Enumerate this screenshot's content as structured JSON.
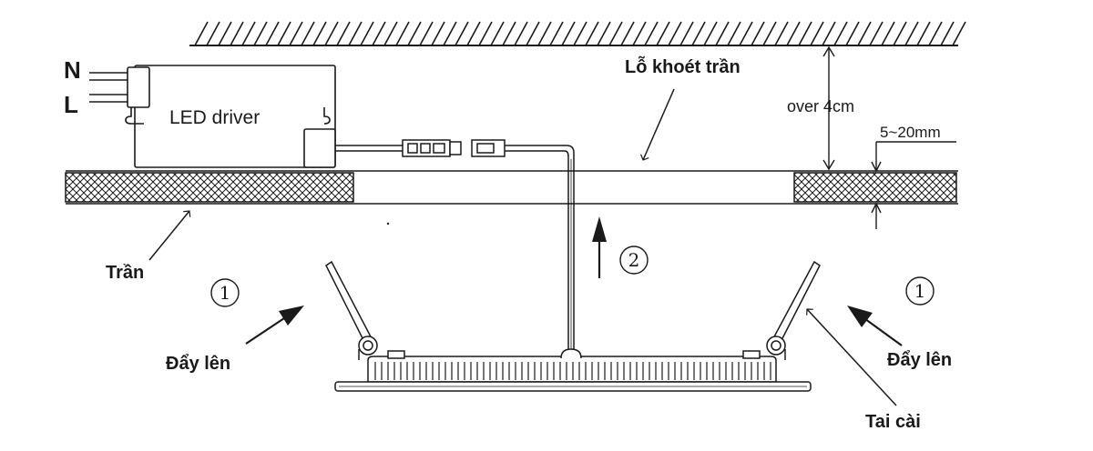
{
  "labels": {
    "neutral": "N",
    "live": "L",
    "driver": "LED driver",
    "cutout": "Lỗ khoét trần",
    "clearance": "over 4cm",
    "thickness": "5~20mm",
    "ceiling": "Trần",
    "push_left": "Đẩy lên",
    "push_right": "Đẩy lên",
    "clip": "Tai cài"
  },
  "steps": {
    "one_left": "①",
    "one_right": "①",
    "two": "②"
  },
  "colors": {
    "ink": "#1a1a1a",
    "paper": "#ffffff"
  }
}
